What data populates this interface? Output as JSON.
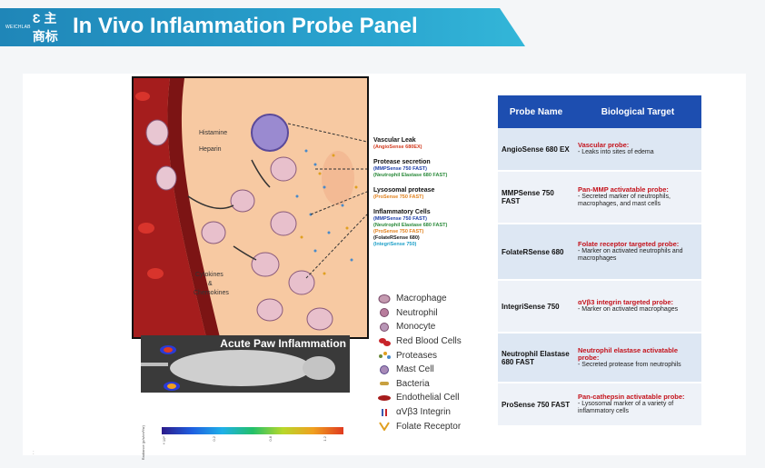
{
  "header": {
    "logo_text": "WEICHLAB",
    "logo_mark": "Ɛ 主商标",
    "title": "In Vivo Inflammation Probe Panel"
  },
  "figure": {
    "labels": {
      "histamine": "Histamine",
      "heparin": "Heparin",
      "cytokines": "Cytokines",
      "amp": "&",
      "chemokines": "Chemokines"
    },
    "annotations": [
      {
        "heading": "Vascular Leak",
        "items": [
          {
            "text": "(AngioSense 680EX)",
            "color": "#d23a1e"
          }
        ]
      },
      {
        "heading": "Protease secretion",
        "items": [
          {
            "text": "(MMPSense 750 FAST)",
            "color": "#1f3fa8"
          },
          {
            "text": "(Neutrophil Elastase 680 FAST)",
            "color": "#2a8a3a"
          }
        ]
      },
      {
        "heading": "Lysosomal protease",
        "items": [
          {
            "text": "(ProSense 750 FAST)",
            "color": "#e0801c"
          }
        ]
      },
      {
        "heading": "Inflammatory Cells",
        "items": [
          {
            "text": "(MMPSense 750 FAST)",
            "color": "#1f3fa8"
          },
          {
            "text": "(Neutrophil Elastase 680 FAST)",
            "color": "#2a8a3a"
          },
          {
            "text": "(ProSense 750 FAST)",
            "color": "#e0801c"
          },
          {
            "text": "(FolateRSense 680)",
            "color": "#1a1a1a"
          },
          {
            "text": "(IntegriSense 750)",
            "color": "#1ea0c8"
          }
        ]
      }
    ],
    "mouse_title": "Acute Paw Inflammation",
    "colorbar_label": "Radiance (p/s/cm²/sr)",
    "colorbar_ticks": [
      "×10⁸",
      "0.2",
      "0.8",
      "1.2"
    ]
  },
  "legend": [
    {
      "label": "Macrophage",
      "icon": "macrophage-icon",
      "color": "#c49ab0"
    },
    {
      "label": "Neutrophil",
      "icon": "neutrophil-icon",
      "color": "#b87c9c"
    },
    {
      "label": "Monocyte",
      "icon": "monocyte-icon",
      "color": "#b896b6"
    },
    {
      "label": "Red Blood Cells",
      "icon": "red-blood-cells-icon",
      "color": "#c8242a"
    },
    {
      "label": "Proteases",
      "icon": "proteases-icon",
      "color": "#6a8a3a"
    },
    {
      "label": "Mast Cell",
      "icon": "mast-cell-icon",
      "color": "#a88ab8"
    },
    {
      "label": "Bacteria",
      "icon": "bacteria-icon",
      "color": "#c8a040"
    },
    {
      "label": "Endothelial Cell",
      "icon": "endothelial-cell-icon",
      "color": "#a61c1c"
    },
    {
      "label": "αVβ3 Integrin",
      "icon": "integrin-icon",
      "color": "#3a5ab0"
    },
    {
      "label": "Folate Receptor",
      "icon": "folate-receptor-icon",
      "color": "#e0a020"
    }
  ],
  "table": {
    "headers": [
      "Probe Name",
      "Biological Target"
    ],
    "rows": [
      {
        "probe": "AngioSense 680 EX",
        "target_title": "Vascular probe:",
        "target_desc": "- Leaks into sites of edema"
      },
      {
        "probe": "MMPSense 750 FAST",
        "target_title": "Pan-MMP activatable probe:",
        "target_desc": "- Secreted marker of neutrophils, macrophages, and mast cells"
      },
      {
        "probe": "FolateRSense 680",
        "target_title": "Folate receptor targeted probe:",
        "target_desc": "- Marker on activated neutrophils and macrophages"
      },
      {
        "probe": "IntegriSense 750",
        "target_title": "αVβ3 integrin targeted probe:",
        "target_desc": "- Marker on activated macrophages"
      },
      {
        "probe": "Neutrophil Elastase 680 FAST",
        "target_title": "Neutrophil elastase activatable probe:",
        "target_desc": "- Secreted protease from neutrophils"
      },
      {
        "probe": "ProSense 750 FAST",
        "target_title": "Pan-cathepsin activatable probe:",
        "target_desc": "- Lysosomal marker of a variety of inflammatory cells"
      }
    ]
  },
  "footer_mark": ":"
}
